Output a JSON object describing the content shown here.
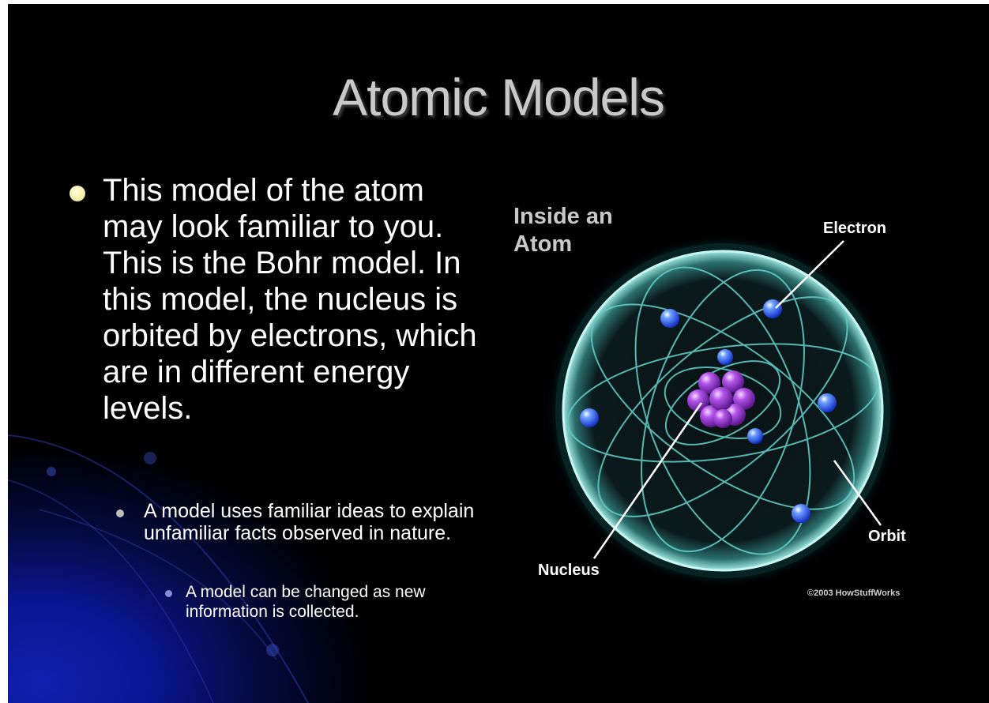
{
  "slide": {
    "title": "Atomic Models",
    "bullet1": "This model of the atom may look familiar to you. This is the Bohr model. In this model, the nucleus is orbited by electrons, which are in different energy levels.",
    "bullet2": "A model uses familiar ideas to explain unfamiliar facts observed in nature.",
    "bullet3": "A model can be changed as new information is collected."
  },
  "diagram": {
    "heading_line1": "Inside an",
    "heading_line2": "Atom",
    "label_electron": "Electron",
    "label_orbit": "Orbit",
    "label_nucleus": "Nucleus",
    "copyright": "©2003 HowStuffWorks"
  },
  "colors": {
    "background": "#000000",
    "title": "#c9c9c9",
    "electron": "#2f5cf5",
    "nucleus": "#9a3fd6",
    "orbit": "#5fc9c4"
  }
}
